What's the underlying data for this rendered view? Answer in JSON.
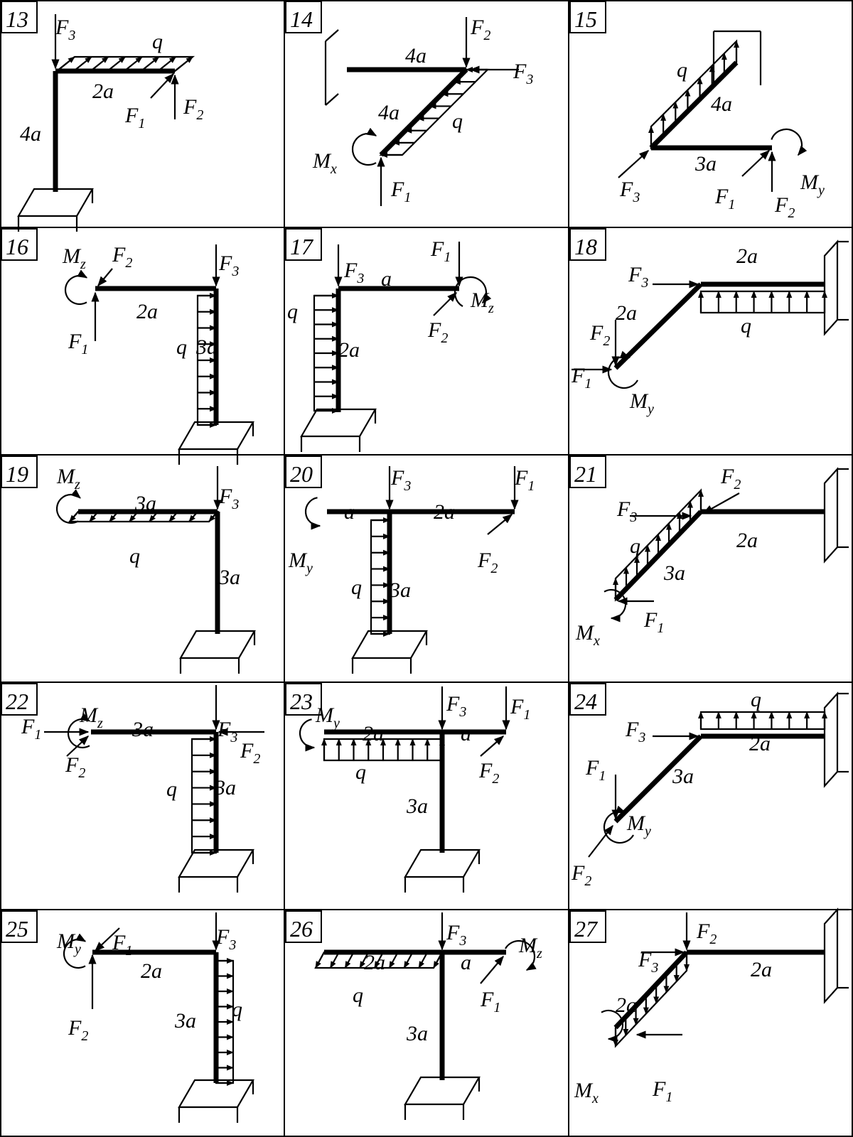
{
  "problems": [
    {
      "number": "13",
      "labels": [
        [
          "F",
          "3"
        ],
        [
          "q",
          ""
        ],
        [
          "2a",
          ""
        ],
        [
          "F",
          "1"
        ],
        [
          "F",
          "2"
        ],
        [
          "4a",
          ""
        ]
      ]
    },
    {
      "number": "14",
      "labels": [
        [
          "4a",
          ""
        ],
        [
          "F",
          "2"
        ],
        [
          "F",
          "3"
        ],
        [
          "4a",
          ""
        ],
        [
          "q",
          ""
        ],
        [
          "M",
          "x"
        ],
        [
          "F",
          "1"
        ]
      ]
    },
    {
      "number": "15",
      "labels": [
        [
          "q",
          ""
        ],
        [
          "4a",
          ""
        ],
        [
          "3a",
          ""
        ],
        [
          "M",
          "y"
        ],
        [
          "F",
          "3"
        ],
        [
          "F",
          "1"
        ],
        [
          "F",
          "2"
        ]
      ]
    },
    {
      "number": "16",
      "labels": [
        [
          "M",
          "z"
        ],
        [
          "F",
          "2"
        ],
        [
          "F",
          "3"
        ],
        [
          "2a",
          ""
        ],
        [
          "F",
          "1"
        ],
        [
          "q",
          ""
        ],
        [
          "3a",
          ""
        ]
      ]
    },
    {
      "number": "17",
      "labels": [
        [
          "F",
          "1"
        ],
        [
          "F",
          "3"
        ],
        [
          "a",
          ""
        ],
        [
          "M",
          "z"
        ],
        [
          "q",
          ""
        ],
        [
          "F",
          "2"
        ],
        [
          "2a",
          ""
        ]
      ]
    },
    {
      "number": "18",
      "labels": [
        [
          "F",
          "3"
        ],
        [
          "2a",
          ""
        ],
        [
          "2a",
          ""
        ],
        [
          "q",
          ""
        ],
        [
          "F",
          "2"
        ],
        [
          "F",
          "1"
        ],
        [
          "M",
          "y"
        ]
      ]
    },
    {
      "number": "19",
      "labels": [
        [
          "M",
          "z"
        ],
        [
          "3a",
          ""
        ],
        [
          "F",
          "3"
        ],
        [
          "q",
          ""
        ],
        [
          "3a",
          ""
        ]
      ]
    },
    {
      "number": "20",
      "labels": [
        [
          "F",
          "3"
        ],
        [
          "F",
          "1"
        ],
        [
          "a",
          ""
        ],
        [
          "2a",
          ""
        ],
        [
          "M",
          "y"
        ],
        [
          "F",
          "2"
        ],
        [
          "q",
          ""
        ],
        [
          "3a",
          ""
        ]
      ]
    },
    {
      "number": "21",
      "labels": [
        [
          "F",
          "2"
        ],
        [
          "F",
          "3"
        ],
        [
          "2a",
          ""
        ],
        [
          "q",
          ""
        ],
        [
          "3a",
          ""
        ],
        [
          "F",
          "1"
        ],
        [
          "M",
          "x"
        ]
      ]
    },
    {
      "number": "22",
      "labels": [
        [
          "M",
          "z"
        ],
        [
          "F",
          "1"
        ],
        [
          "3a",
          ""
        ],
        [
          "F",
          "3"
        ],
        [
          "F",
          "2"
        ],
        [
          "F",
          "2"
        ],
        [
          "q",
          ""
        ],
        [
          "3a",
          ""
        ]
      ]
    },
    {
      "number": "23",
      "labels": [
        [
          "F",
          "3"
        ],
        [
          "F",
          "1"
        ],
        [
          "M",
          "y"
        ],
        [
          "2a",
          ""
        ],
        [
          "a",
          ""
        ],
        [
          "q",
          ""
        ],
        [
          "F",
          "2"
        ],
        [
          "3a",
          ""
        ]
      ]
    },
    {
      "number": "24",
      "labels": [
        [
          "q",
          ""
        ],
        [
          "F",
          "3"
        ],
        [
          "2a",
          ""
        ],
        [
          "F",
          "1"
        ],
        [
          "3a",
          ""
        ],
        [
          "M",
          "y"
        ],
        [
          "F",
          "2"
        ]
      ]
    },
    {
      "number": "25",
      "labels": [
        [
          "M",
          "y"
        ],
        [
          "F",
          "1"
        ],
        [
          "F",
          "3"
        ],
        [
          "2a",
          ""
        ],
        [
          "q",
          ""
        ],
        [
          "3a",
          ""
        ],
        [
          "F",
          "2"
        ]
      ]
    },
    {
      "number": "26",
      "labels": [
        [
          "F",
          "3"
        ],
        [
          "2a",
          ""
        ],
        [
          "a",
          ""
        ],
        [
          "M",
          "z"
        ],
        [
          "q",
          ""
        ],
        [
          "F",
          "1"
        ],
        [
          "3a",
          ""
        ]
      ]
    },
    {
      "number": "27",
      "labels": [
        [
          "F",
          "2"
        ],
        [
          "F",
          "3"
        ],
        [
          "2a",
          ""
        ],
        [
          "2a",
          ""
        ],
        [
          "M",
          "x"
        ],
        [
          "F",
          "1"
        ]
      ]
    }
  ]
}
